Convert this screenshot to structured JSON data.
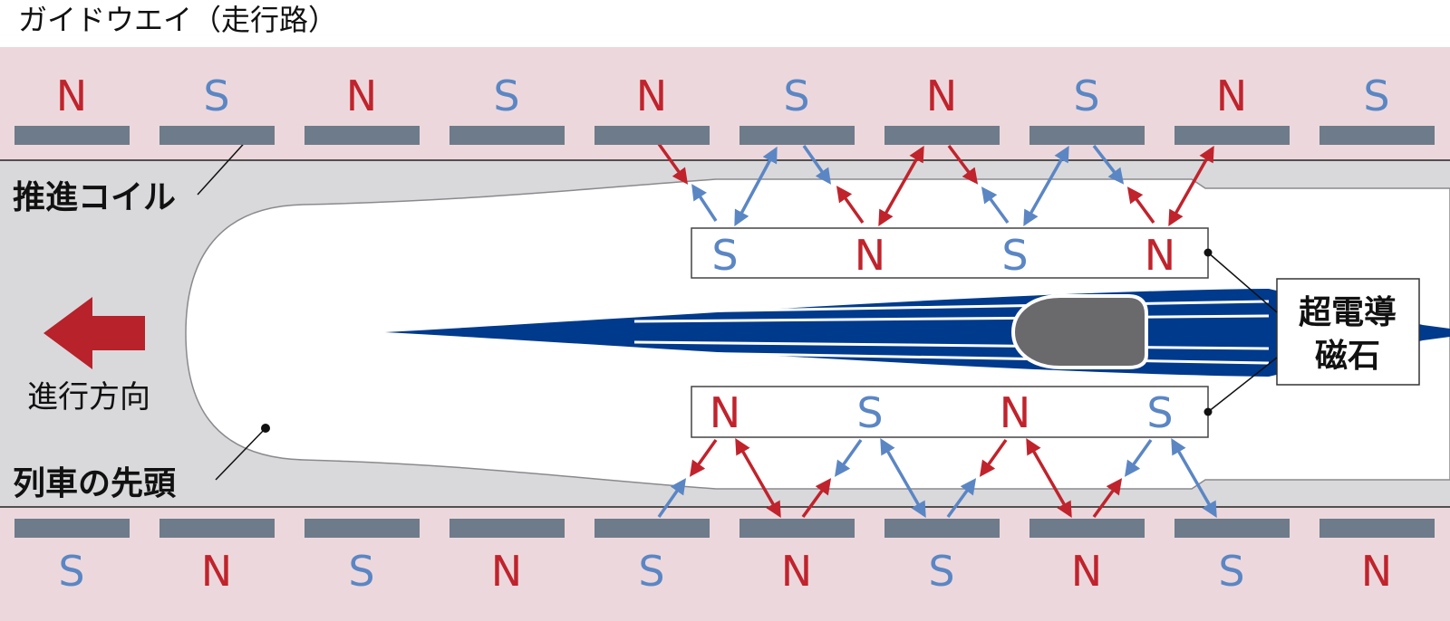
{
  "title": "ガイドウエイ（走行路）",
  "labels": {
    "propulsion_coil": "推進コイル",
    "direction": "進行方向",
    "train_nose": "列車の先頭",
    "sc_magnet_line1": "超電導",
    "sc_magnet_line2": "磁石"
  },
  "top_coil_poles": [
    "N",
    "S",
    "N",
    "S",
    "N",
    "S",
    "N",
    "S",
    "N",
    "S"
  ],
  "bottom_coil_poles": [
    "S",
    "N",
    "S",
    "N",
    "S",
    "N",
    "S",
    "N",
    "S",
    "N"
  ],
  "upper_magnet_poles": [
    "S",
    "N",
    "S",
    "N"
  ],
  "lower_magnet_poles": [
    "N",
    "S",
    "N",
    "S"
  ],
  "colors": {
    "north": "#c0232c",
    "south": "#5b86c4",
    "coil": "#6e7b8a",
    "guideway_band": "#ecd8dc",
    "channel": "#d9d9dc",
    "train_body": "#003a8c",
    "magnet_core": "#6a6a6c",
    "arrow": "#b7222b"
  }
}
